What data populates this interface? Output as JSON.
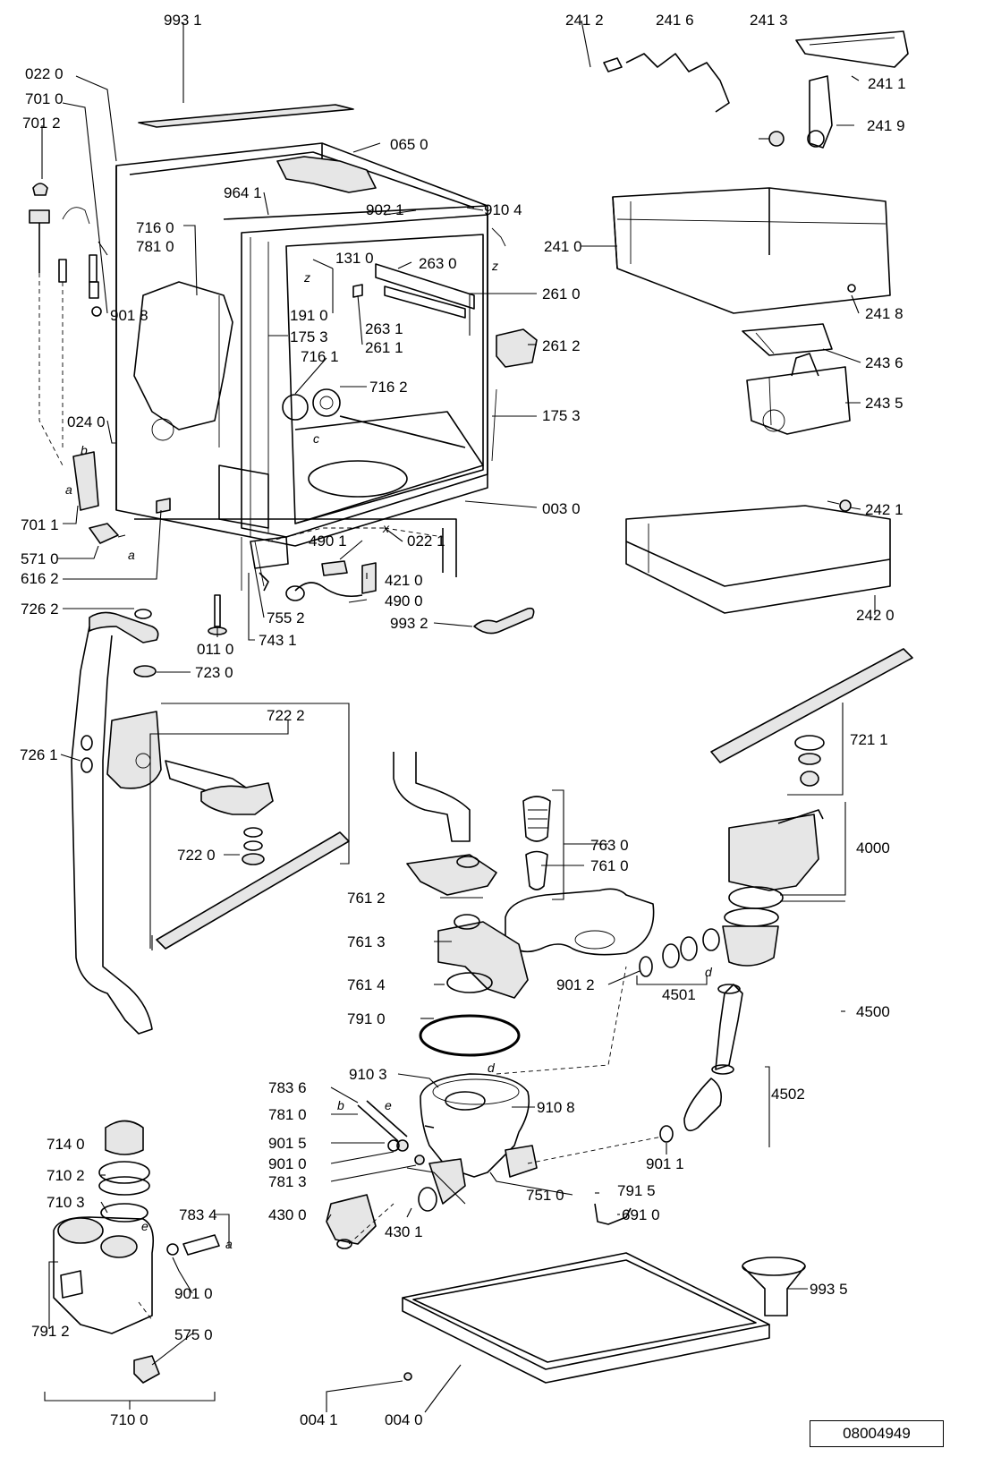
{
  "document_number": "08004949",
  "callouts": {
    "c9931": "993 1",
    "c0220": "022 0",
    "c7010": "701 0",
    "c7012": "701 2",
    "c0650": "065 0",
    "c9641": "964 1",
    "c9021": "902 1",
    "c9104": "910 4",
    "c7160": "716 0",
    "c7810a": "781 0",
    "c1310": "131 0",
    "c2630": "263 0",
    "c2610": "261 0",
    "c9018": "901 8",
    "c1910": "191 0",
    "c1753a": "175 3",
    "c2631": "263 1",
    "c2611": "261 1",
    "c2612": "261 2",
    "c7161": "716 1",
    "c7162": "716 2",
    "c1753b": "175 3",
    "c0240": "024 0",
    "c0030": "003 0",
    "c7011": "701 1",
    "c4901": "490 1",
    "c0221": "022 1",
    "c5710": "571 0",
    "c4210": "421 0",
    "c6162": "616 2",
    "c4900": "490 0",
    "c7262": "726 2",
    "c7552": "755 2",
    "c9932": "993 2",
    "c0110": "011 0",
    "c7431": "743 1",
    "c7230": "723 0",
    "c2412": "241 2",
    "c2416": "241 6",
    "c2413": "241 3",
    "c2411": "241 1",
    "c2419": "241 9",
    "c2410": "241 0",
    "c2418": "241 8",
    "c2436": "243 6",
    "c2435": "243 5",
    "c2421": "242 1",
    "c2420": "242 0",
    "c7222": "722 2",
    "c7261": "726 1",
    "c7220": "722 0",
    "c7211": "721 1",
    "c7630": "763 0",
    "c7610": "761 0",
    "c4000": "4000",
    "c7612": "761 2",
    "c7613": "761 3",
    "c7614": "761 4",
    "c9012": "901 2",
    "c4501": "4501",
    "c4500": "4500",
    "c7910": "791 0",
    "c9103": "910 3",
    "c7836": "783 6",
    "c9108": "910 8",
    "c7810b": "781 0",
    "c4502": "4502",
    "c9015": "901 5",
    "c9010a": "901 0",
    "c7813": "781 3",
    "c9011": "901 1",
    "c7140": "714 0",
    "c7102": "710 2",
    "c7103": "710 3",
    "c7834": "783 4",
    "c4300": "430 0",
    "c4301": "430 1",
    "c7510": "751 0",
    "c7915": "791 5",
    "c6910": "691 0",
    "c9010b": "901 0",
    "c7912": "791 2",
    "c5750": "575 0",
    "c9935": "993 5",
    "c7100": "710 0",
    "c0041": "004 1",
    "c0040": "004 0"
  },
  "letters": {
    "z1": "z",
    "z2": "z",
    "c": "c",
    "x": "x",
    "b1": "b",
    "a1": "a",
    "a2": "a",
    "d1": "d",
    "d2": "d",
    "b2": "b",
    "e1": "e",
    "e2": "e",
    "a3": "a"
  }
}
